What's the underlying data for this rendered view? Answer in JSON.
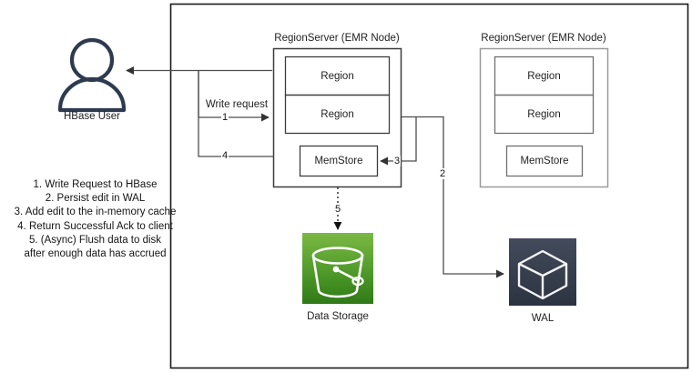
{
  "diagram": {
    "title_hidden": "",
    "actor": {
      "label": "HBase User",
      "icon": "user-icon",
      "color": "#2e3b4e"
    },
    "legend": {
      "lines": [
        "1. Write Request to HBase",
        "2. Persist edit in WAL",
        "3. Add edit to the in-memory cache",
        "4. Return Successful Ack to client",
        "5. (Async) Flush data to disk",
        "after enough data has accrued"
      ]
    },
    "region_servers": [
      {
        "title": "RegionServer (EMR Node)",
        "regions": [
          "Region",
          "Region"
        ],
        "memstore": "MemStore",
        "border": "#3c3c3c"
      },
      {
        "title": "RegionServer (EMR Node)",
        "regions": [
          "Region",
          "Region"
        ],
        "memstore": "MemStore",
        "border": "#9a9a9a"
      }
    ],
    "storage": {
      "label": "Data Storage",
      "icon": "s3-bucket-icon",
      "color_top": "#7ab648",
      "color_bottom": "#2e7d1f"
    },
    "wal": {
      "label": "WAL",
      "icon": "cube-icon",
      "color": "#3b4354"
    },
    "edges": {
      "write_request_label": "Write request",
      "n1": "1",
      "n2": "2",
      "n3": "3",
      "n4": "4",
      "n5": "5"
    },
    "colors": {
      "line": "#4d4d4d",
      "line_light": "#9a9a9a",
      "container": "#1a1a1a"
    }
  }
}
